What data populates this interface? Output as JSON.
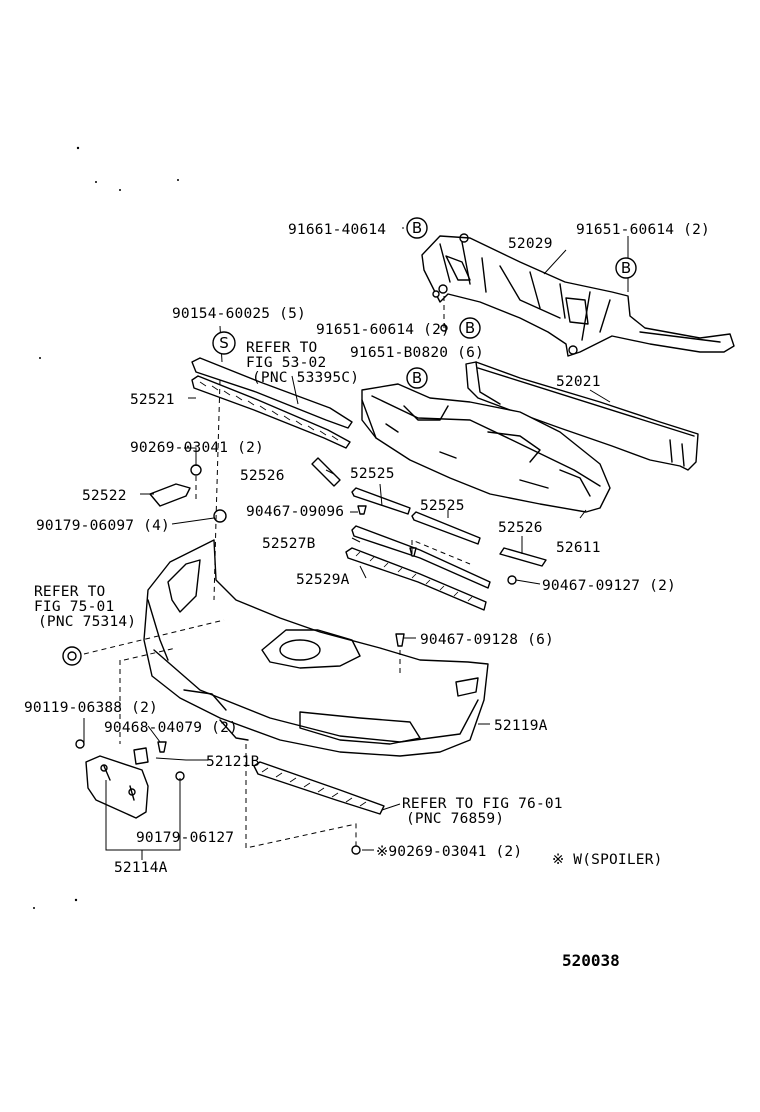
{
  "labels": {
    "p91661_40614": "91661-40614",
    "p52029": "52029",
    "p91651_60614_top": "91651-60614 (2)",
    "p90154_60025": "90154-60025 (5)",
    "p91651_60614_mid": "91651-60614 (2)",
    "refer53_line1": "REFER TO",
    "refer53_line2": "FIG 53-02",
    "refer53_line3": "(PNC 53395C)",
    "p91651_b0820": "91651-B0820 (6)",
    "p52021": "52021",
    "p52521": "52521",
    "p90269_03041_a": "90269-03041 (2)",
    "p52526_a": "52526",
    "p52525_a": "52525",
    "p52522": "52522",
    "p90467_09096": "90467-09096",
    "p52525_b": "52525",
    "p90179_06097": "90179-06097 (4)",
    "p52526_b": "52526",
    "p52611": "52611",
    "p52527b": "52527B",
    "p52529a": "52529A",
    "p90467_09127": "90467-09127 (2)",
    "refer75_line1": "REFER TO",
    "refer75_line2": "FIG 75-01",
    "refer75_line3": "(PNC 75314)",
    "p90467_09128": "90467-09128 (6)",
    "p90119_06388": "90119-06388 (2)",
    "p90468_04079": "90468-04079 (2)",
    "p52119a": "52119A",
    "p52121b": "52121B",
    "refer76_line1": "REFER TO FIG 76-01",
    "refer76_line2": "(PNC 76859)",
    "p90179_06127": "90179-06127",
    "p90269_03041_b": "※90269-03041 (2)",
    "spoiler_note": "※ W(SPOILER)",
    "p52114a": "52114A",
    "figure_number": "520038"
  },
  "markers": {
    "b": "B",
    "s": "S"
  }
}
